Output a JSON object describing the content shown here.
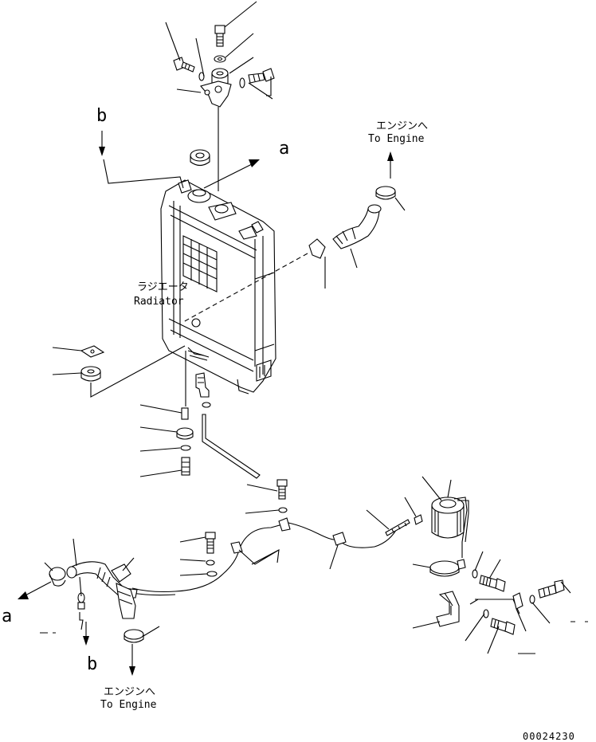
{
  "labels": {
    "radiator_jp": "ラジエータ",
    "radiator_en": "Radiator",
    "to_engine_top_jp": "エンジンへ",
    "to_engine_top_en": "To Engine",
    "to_engine_bottom_jp": "エンジンへ",
    "to_engine_bottom_en": "To Engine",
    "ref_a_top": "a",
    "ref_b_top": "b",
    "ref_a_bottom": "a",
    "ref_b_bottom": "b",
    "drawing_number": "00024230"
  }
}
